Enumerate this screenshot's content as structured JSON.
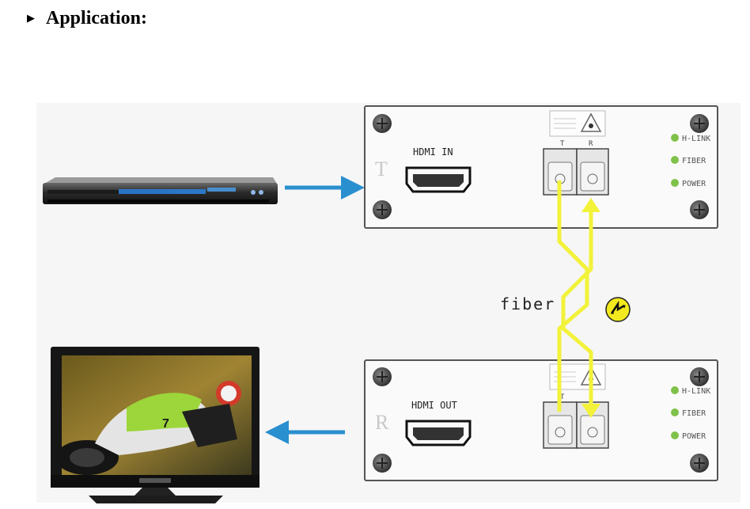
{
  "heading": {
    "bullet": "▶",
    "text": "Application:"
  },
  "transmitter": {
    "letter": "T",
    "port_label": "HDMI IN",
    "tx_label": "T",
    "rx_label": "R",
    "leds": [
      "H-LINK",
      "FIBER",
      "POWER"
    ]
  },
  "receiver": {
    "letter": "R",
    "port_label": "HDMI OUT",
    "tx_label": "T",
    "rx_label": "R",
    "leds": [
      "H-LINK",
      "FIBER",
      "POWER"
    ]
  },
  "fiber_label": "fiber",
  "colors": {
    "arrow": "#2a8fcf",
    "fiber": "#f2f23a",
    "led": "#7fc24a",
    "panel_border": "#555555",
    "background": "#f7f7f7"
  },
  "icons": [
    "dvd-player-icon",
    "tv-monitor-icon",
    "laser-warning-icon",
    "hdmi-port-icon",
    "screw-icon"
  ]
}
